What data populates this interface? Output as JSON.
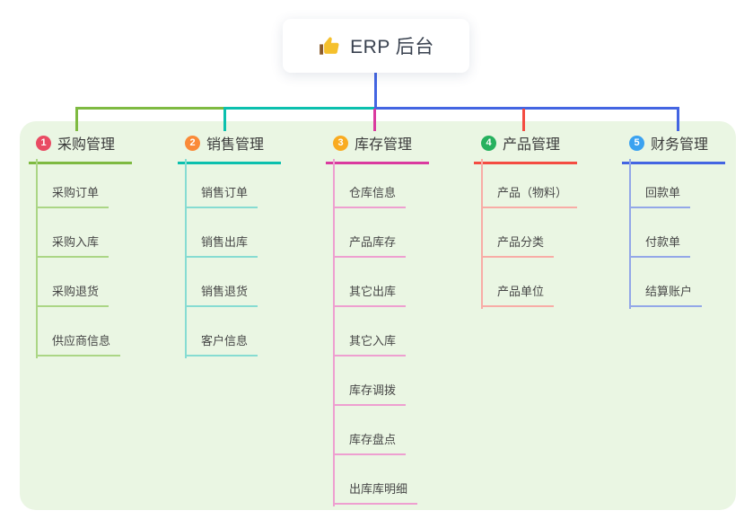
{
  "root": {
    "title": "ERP 后台",
    "icon": "thumbs-up"
  },
  "colors": {
    "canvas_bg": "#ffffff",
    "panel_bg": "#eaf6e3",
    "root_line": "#4365e2",
    "root_text": "#39414f",
    "node_text": "#474747",
    "thumb_yellow": "#f5c02c",
    "thumb_cuff": "#8a5a2b"
  },
  "branches": [
    {
      "number": "1",
      "title": "采购管理",
      "badge_color": "#e94b63",
      "line_color": "#7eba41",
      "child_line_color": "#abd685",
      "items": [
        "采购订单",
        "采购入库",
        "采购退货",
        "供应商信息"
      ]
    },
    {
      "number": "2",
      "title": "销售管理",
      "badge_color": "#fa8a38",
      "line_color": "#0bc0ae",
      "child_line_color": "#86dcd2",
      "items": [
        "销售订单",
        "销售出库",
        "销售退货",
        "客户信息"
      ]
    },
    {
      "number": "3",
      "title": "库存管理",
      "badge_color": "#f9ab20",
      "line_color": "#da3a9f",
      "child_line_color": "#ee9fd0",
      "items": [
        "仓库信息",
        "产品库存",
        "其它出库",
        "其它入库",
        "库存调拨",
        "库存盘点",
        "出库库明细"
      ]
    },
    {
      "number": "4",
      "title": "产品管理",
      "badge_color": "#26b15e",
      "line_color": "#f44c41",
      "child_line_color": "#f8aca6",
      "items": [
        "产品（物料）",
        "产品分类",
        "产品单位"
      ]
    },
    {
      "number": "5",
      "title": "财务管理",
      "badge_color": "#3ba2f0",
      "line_color": "#4365e2",
      "child_line_color": "#93a7e8",
      "items": [
        "回款单",
        "付款单",
        "结算账户"
      ]
    }
  ]
}
